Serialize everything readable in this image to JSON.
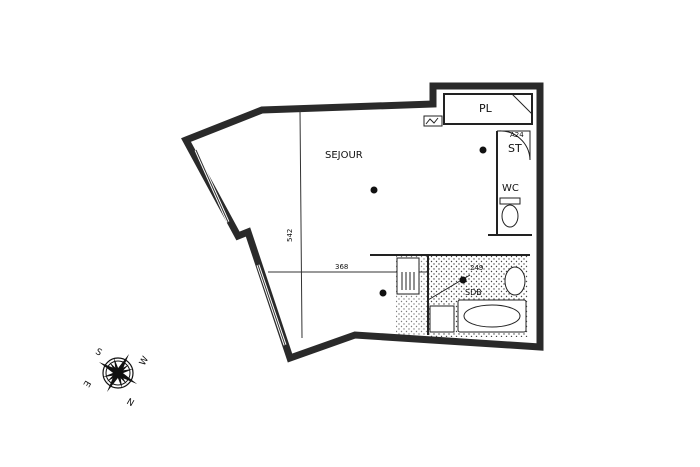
{
  "rooms": {
    "living": "SEJOUR",
    "closet": "PL",
    "storage_code": "A24",
    "storage": "ST",
    "wc": "WC",
    "bathroom": "SDB"
  },
  "dimensions": {
    "living_depth": "542",
    "living_width": "368",
    "bath_width": "249"
  },
  "compass": {
    "north": "N",
    "south": "S",
    "east": "E",
    "west": "W"
  },
  "colors": {
    "wall": "#2a2a2a",
    "hatch": "#555555"
  }
}
